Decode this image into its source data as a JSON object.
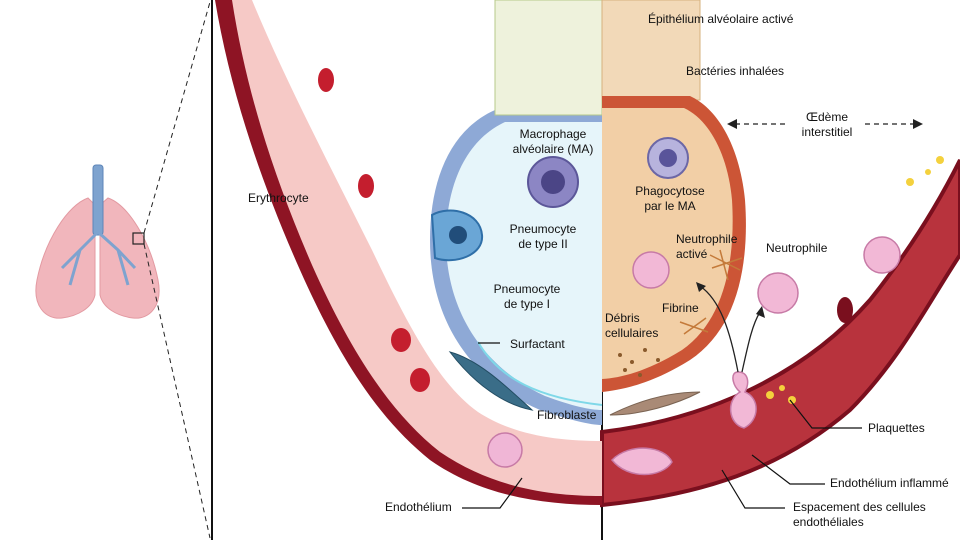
{
  "labels": {
    "erythrocyte": "Erythrocyte",
    "macrophage": "Macrophage\nalvéolaire (MA)",
    "pneumocyte_2": "Pneumocyte\nde type II",
    "pneumocyte_1": "Pneumocyte\nde type I",
    "surfactant": "Surfactant",
    "fibroblaste": "Fibroblaste",
    "endothelium": "Endothélium",
    "epithelium_active": "Épithélium alvéolaire activé",
    "bacteries": "Bactéries inhalées",
    "oedeme": "Œdème\ninterstitiel",
    "phagocytose": "Phagocytose\npar le MA",
    "neutrophile_active": "Neutrophile\nactivé",
    "neutrophile": "Neutrophile",
    "debris": "Débris\ncellulaires",
    "fibrine": "Fibrine",
    "plaquettes": "Plaquettes",
    "endothelium_inflamme": "Endothélium inflammé",
    "espacement": "Espacement des cellules\nendothéliales"
  },
  "colors": {
    "vessel_wall": "#8e1424",
    "vessel_lumen": "#f6c9c6",
    "vessel_lumen_inflamed": "#b8333d",
    "alveolus_fill": "#e6f5fa",
    "alveolus_wall": "#8ea9d6",
    "exudate_fill": "#f2cfa6",
    "lung_pink": "#f1b6bc",
    "trachea_blue": "#7ea3cf"
  }
}
